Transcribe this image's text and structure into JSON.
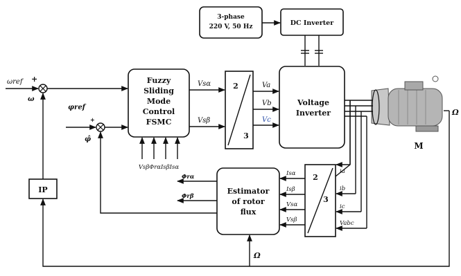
{
  "blocks": {
    "three_phase_supply": [
      "3-phase",
      "220 V, 50 Hz"
    ],
    "dc_inverter": "DC Inverter",
    "fuzzy_controller": [
      "Fuzzy",
      "Sliding",
      "Mode",
      "Control",
      "FSMC"
    ],
    "voltage_inverter": [
      "Voltage",
      "Inverter"
    ],
    "estimator": [
      "Estimator",
      "of rotor",
      "flux"
    ],
    "pi_block": "IP",
    "motor_label": "M",
    "transform_top": "2",
    "transform_bottom": "3",
    "transform_right_top": "2",
    "transform_right_bottom": "3"
  },
  "signals": {
    "omega_ref": "ωref",
    "omega_plus": "+",
    "omega_minus": "ω",
    "phi_ref": "φref",
    "phi_plus": "+",
    "phi_minus": "φ̂",
    "out_alpha": "Vsα",
    "out_beta": "Vsβ",
    "va": "Va",
    "vb": "Vb",
    "vc": "Vc",
    "fsmc_inputs": "VsβΦrαIsβIsα",
    "phi_r_alpha": "Φrα",
    "phi_r_beta": "Φrβ",
    "est_in_1": "Isα",
    "est_in_2": "Isβ",
    "est_in_3": "Vsα",
    "est_in_4": "Vsβ",
    "meas_1": "ia",
    "meas_2": "ib",
    "meas_3": "ic",
    "meas_4": "Vabc",
    "omega_feedback": "Ω",
    "omega_bottom": "Ω"
  }
}
